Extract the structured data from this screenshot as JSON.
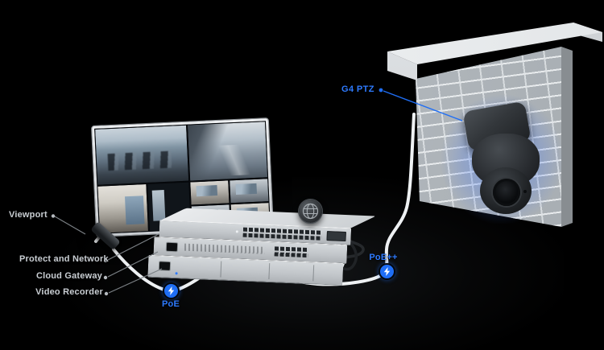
{
  "scene": {
    "camera_label": "G4 PTZ",
    "labels": {
      "viewport": "Viewport",
      "apps": "Protect and Network",
      "cloud_gateway": "Cloud Gateway",
      "video_recorder": "Video Recorder"
    },
    "badges": {
      "poe": "PoE",
      "poe_plus_plus": "PoE++"
    },
    "icons": {
      "internet": "globe-icon",
      "power": "lightning-bolt-icon"
    },
    "colors": {
      "background": "#000000",
      "accent_blue": "#1f6ef5",
      "label_gray": "#c9ced3",
      "device_light": "#d4d8db",
      "wall_brick": "#b6bcc1",
      "camera_glow": "#588cff"
    },
    "monitor_feeds": [
      "parking-lot",
      "street-intersection",
      "office-hallway",
      "office-interior",
      "office-cam-1",
      "office-cam-2",
      "office-cam-3",
      "office-cam-4"
    ]
  }
}
